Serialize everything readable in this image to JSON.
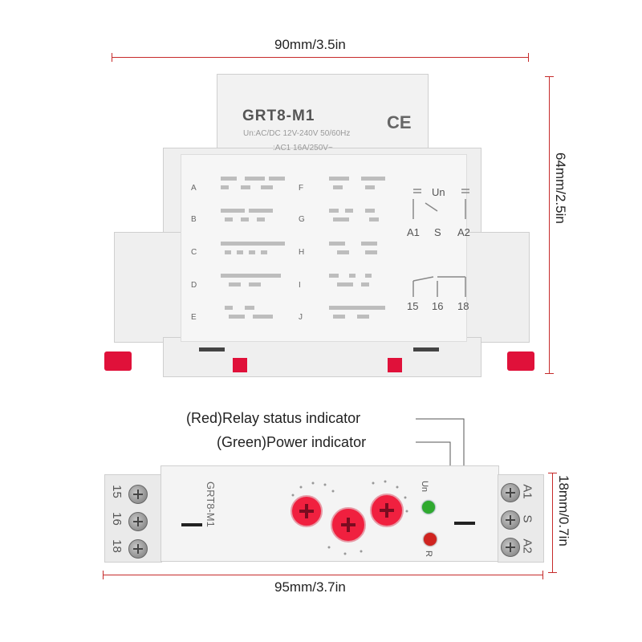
{
  "top_view": {
    "width_dim": "90mm/3.5in",
    "height_dim": "64mm/2.5in",
    "model": "GRT8-M1",
    "ce_mark": "CE",
    "spec_line1": "Un:AC/DC 12V-240V 50/60Hz",
    "spec_line2": ":AC1 16A/250V~",
    "function_letters_left": [
      "A",
      "B",
      "C",
      "D",
      "E"
    ],
    "function_letters_right": [
      "F",
      "G",
      "H",
      "I",
      "J"
    ],
    "un_label": "Un",
    "supply_terminals": [
      "A1",
      "S",
      "A2"
    ],
    "contact_terminals": [
      "15",
      "16",
      "18"
    ]
  },
  "callouts": {
    "relay_indicator": "(Red)Relay status indicator",
    "power_indicator": "(Green)Power indicator"
  },
  "front_view": {
    "width_dim": "95mm/3.7in",
    "height_dim": "18mm/0.7in",
    "model": "GRT8-M1",
    "left_terminals": [
      "15",
      "16",
      "18"
    ],
    "right_terminals": [
      "A1",
      "S",
      "A2"
    ],
    "led_labels": [
      "Un",
      "R"
    ],
    "colors": {
      "green_led": "#2faa2f",
      "red_led": "#d0231f",
      "knob": "#f0203f",
      "dimension_line": "#c62a2a"
    }
  }
}
